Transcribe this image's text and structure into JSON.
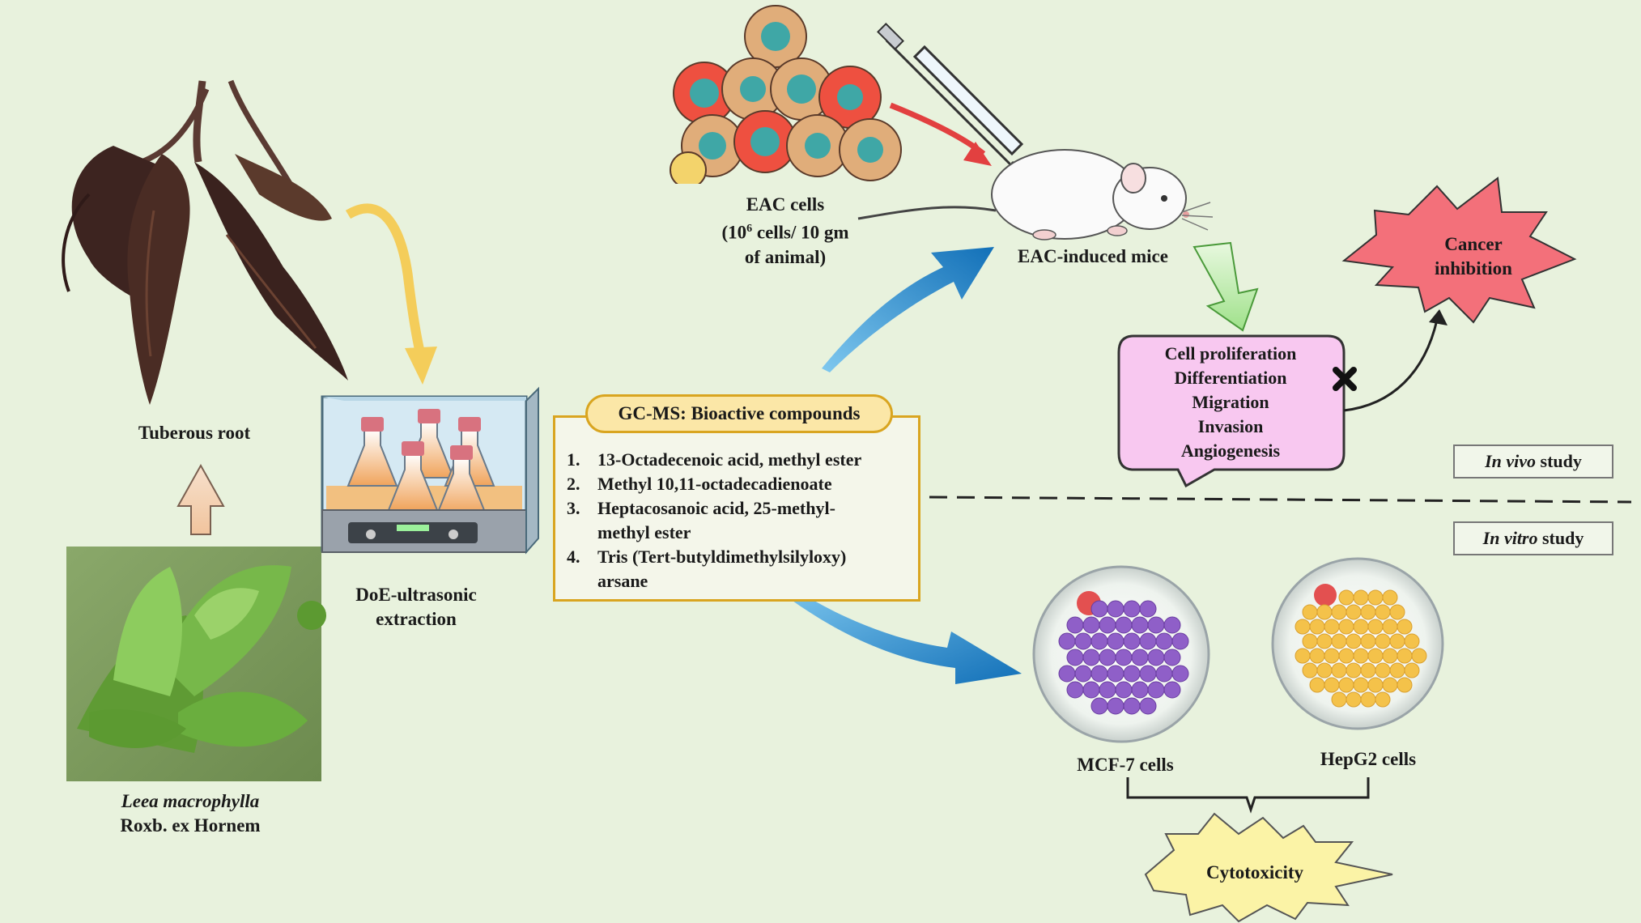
{
  "plant": {
    "name_italic": "Leea macrophylla",
    "name_authority": "Roxb. ex Hornem",
    "root_label": "Tuberous root"
  },
  "extraction": {
    "label_line1": "DoE-ultrasonic",
    "label_line2": "extraction"
  },
  "gcms": {
    "title": "GC-MS: Bioactive compounds",
    "compounds": [
      {
        "num": "1.",
        "lines": [
          "13-Octadecenoic acid, methyl ester"
        ]
      },
      {
        "num": "2.",
        "lines": [
          "Methyl 10,11-octadecadienoate"
        ]
      },
      {
        "num": "3.",
        "lines": [
          "Heptacosanoic acid, 25-methyl-",
          "methyl ester"
        ]
      },
      {
        "num": "4.",
        "lines": [
          "Tris (Tert-butyldimethylsilyloxy)",
          "arsane"
        ]
      }
    ]
  },
  "in_vivo": {
    "eac_cells_line1": "EAC cells",
    "eac_cells_line2_pre": "(10",
    "eac_cells_line2_sup": "6",
    "eac_cells_line2_post": " cells/ 10 gm",
    "eac_cells_line3": "of animal)",
    "mice_label": "EAC-induced mice",
    "effects": [
      "Cell proliferation",
      "Differentiation",
      "Migration",
      "Invasion",
      "Angiogenesis"
    ],
    "outcome_line1": "Cancer",
    "outcome_line2": "inhibition",
    "study_italic": "In vivo",
    "study_suffix": " study"
  },
  "in_vitro": {
    "cell1": "MCF-7 cells",
    "cell2": "HepG2 cells",
    "outcome": "Cytotoxicity",
    "study_italic": "In vitro",
    "study_suffix": " study"
  },
  "colors": {
    "background": "#e8f2dd",
    "blue_arrow": "#1f87c8",
    "gold_box": "#d9a520",
    "callout_fill": "#f8c8f0",
    "burst_red": "#f3707a",
    "burst_yellow": "#fbf3a6",
    "green_arrow": "#b8eaa3",
    "mcf7_cells": "#8f5fc8",
    "hepg2_cells": "#f4c24a"
  }
}
